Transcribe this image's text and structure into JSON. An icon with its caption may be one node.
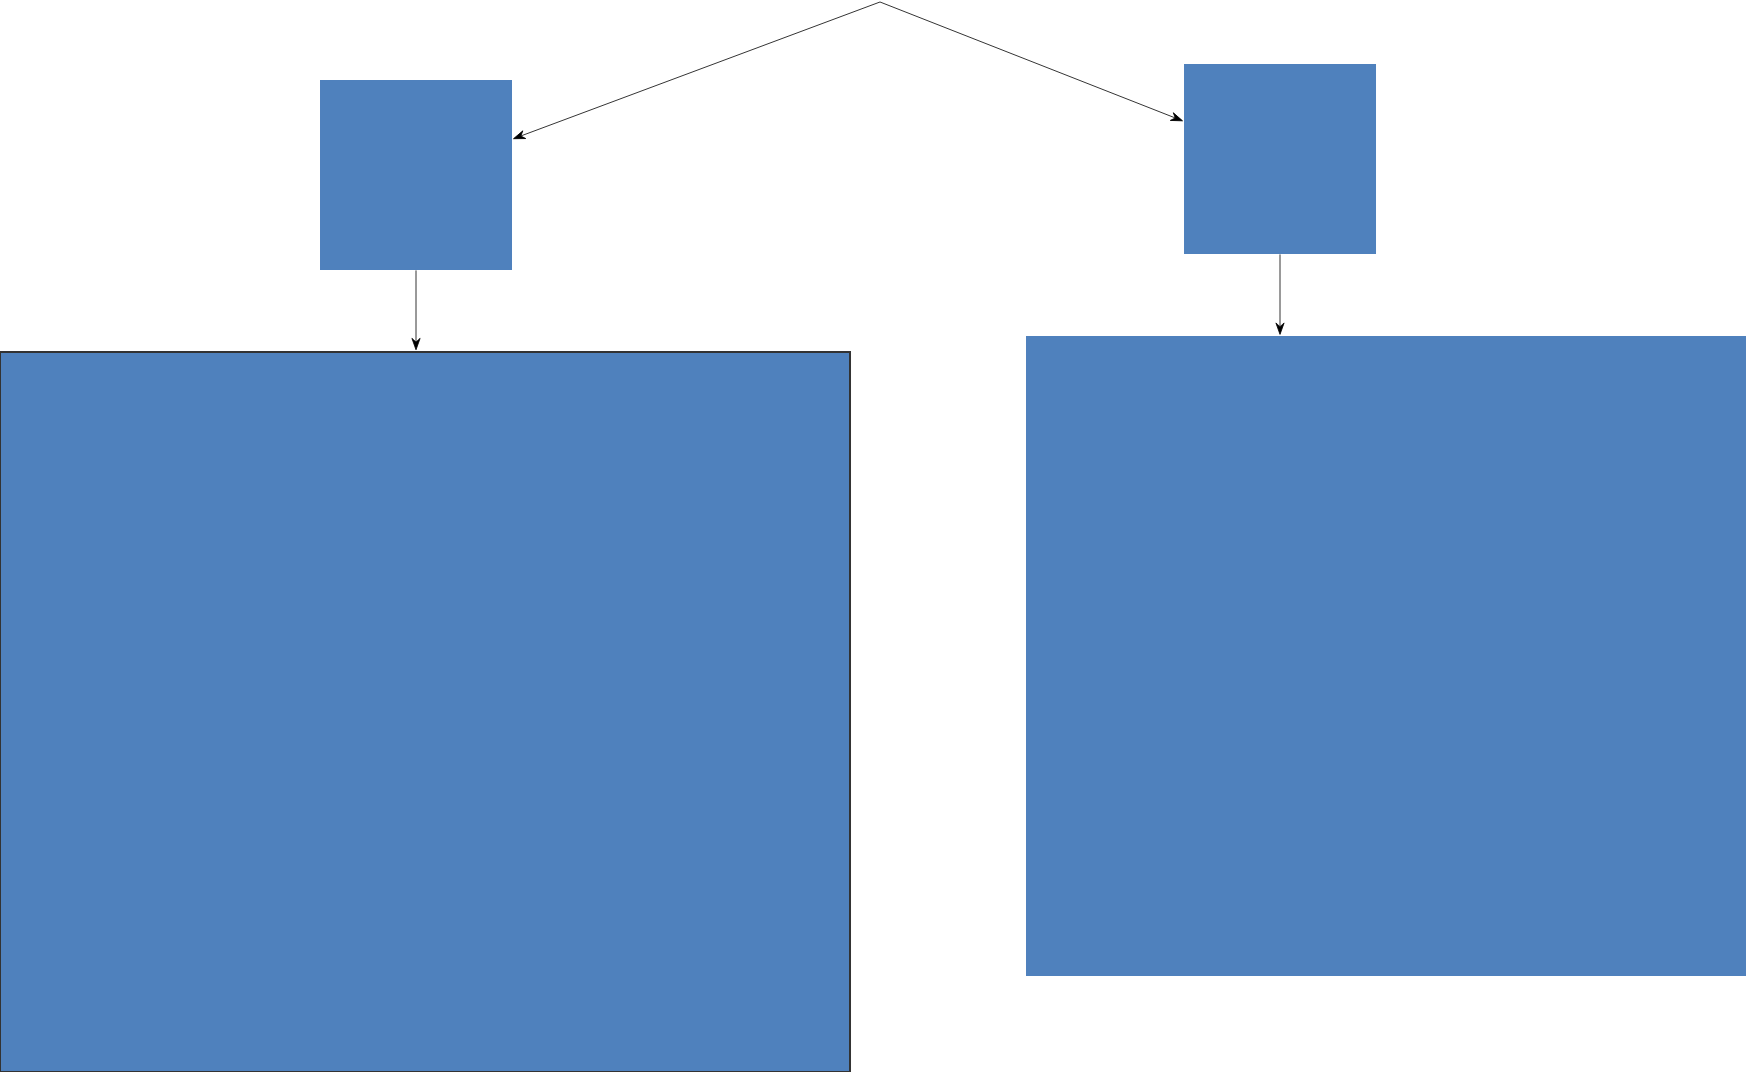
{
  "diagram": {
    "nodes": [
      {
        "text": [],
        "shape": "box"
      },
      {
        "text": [],
        "shape": "box"
      },
      {
        "text": [],
        "shape": "box"
      },
      {
        "text": [],
        "shape": "box"
      }
    ],
    "edges": [
      {
        "from": null,
        "to": 0,
        "arrow": "to"
      },
      {
        "from": null,
        "to": 1,
        "arrow": "to"
      },
      {
        "from": 0,
        "to": 2,
        "arrow": "to"
      },
      {
        "from": 1,
        "to": 3,
        "arrow": "to"
      }
    ]
  }
}
